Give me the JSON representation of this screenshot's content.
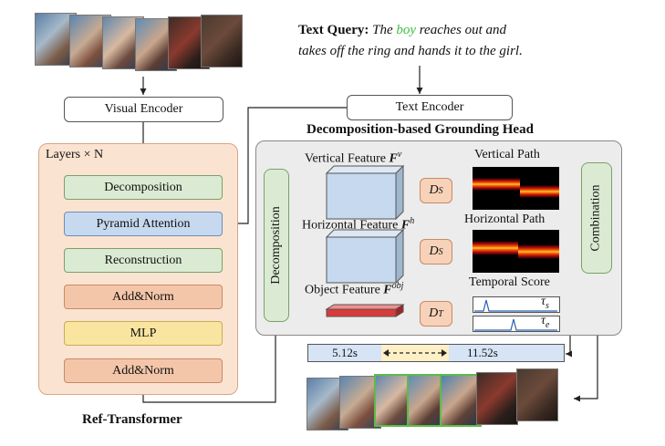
{
  "text_query": {
    "prefix": "Text Query:",
    "line1_a": "The ",
    "highlight": "boy",
    "line1_b": " reaches out and",
    "line2": "takes off the ring and hands it to the girl."
  },
  "encoders": {
    "visual": "Visual Encoder",
    "text": "Text Encoder"
  },
  "layers": {
    "title": "Layers × N",
    "decomposition": "Decomposition",
    "pyramid_attention": "Pyramid Attention",
    "reconstruction": "Reconstruction",
    "addnorm_1": "Add&Norm",
    "mlp": "MLP",
    "addnorm_2": "Add&Norm"
  },
  "ref_transformer_label": "Ref-Transformer",
  "head": {
    "title": "Decomposition-based Grounding Head",
    "decomposition": "Decomposition",
    "combination": "Combination",
    "vertical_feature": "Vertical Feature",
    "vertical_sym": "F",
    "vertical_sup": "v",
    "horizontal_feature": "Horizontal Feature",
    "horizontal_sym": "F",
    "horizontal_sup": "h",
    "object_feature": "Object Feature",
    "object_sym": "F",
    "object_sup": "obj",
    "ds_1": "D",
    "ds_1_sub": "S",
    "ds_2": "D",
    "ds_2_sub": "S",
    "dt": "D",
    "dt_sub": "T",
    "vertical_path": "Vertical Path",
    "horizontal_path": "Horizontal Path",
    "temporal_score": "Temporal Score",
    "tau_s": "τ",
    "tau_s_sub": "s",
    "tau_e": "τ",
    "tau_e_sub": "e"
  },
  "timeline": {
    "start": "5.12s",
    "end": "11.52s"
  },
  "colors": {
    "highlight": "#3fbf3f",
    "layers_bg": "#fbe3d2",
    "head_bg": "#ececec",
    "green_box": "#dbebd3",
    "blue_box": "#c6d9ef",
    "orange_box": "#f4c6a9",
    "yellow_box": "#fae5a0",
    "timeline_blue": "#d6e4f5",
    "timeline_yellow": "#fdf0c6",
    "box_green_outline": "#5dbb4a"
  }
}
